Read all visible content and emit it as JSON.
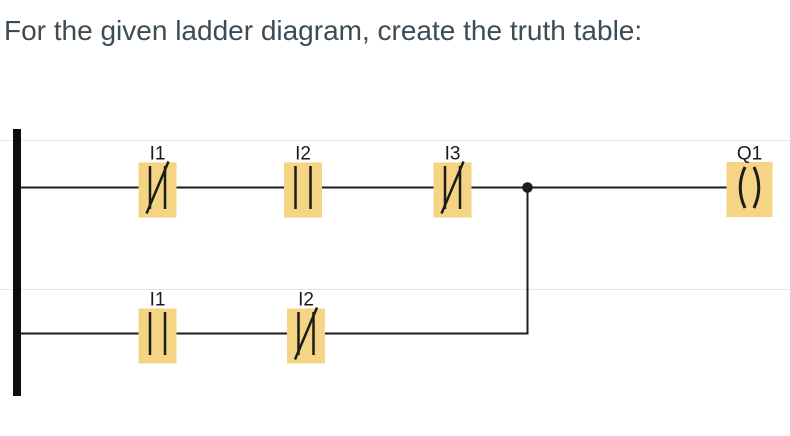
{
  "title": "For the given ladder diagram, create the truth table:",
  "colors": {
    "background": "#ffffff",
    "title_text": "#3d4b55",
    "gridline": "#e7e7e7",
    "diagram_line": "#1c1c1c",
    "power_rail": "#0d0d0d",
    "contact_highlight": "#f5d584",
    "label_text": "#1a1a1a"
  },
  "diagram": {
    "rungs": [
      {
        "contacts": [
          {
            "label": "I1",
            "type": "NC"
          },
          {
            "label": "I2",
            "type": "NO"
          },
          {
            "label": "I3",
            "type": "NC"
          }
        ],
        "coil": {
          "label": "Q1"
        }
      },
      {
        "contacts": [
          {
            "label": "I1",
            "type": "NO"
          },
          {
            "label": "I2",
            "type": "NC"
          }
        ]
      }
    ]
  }
}
